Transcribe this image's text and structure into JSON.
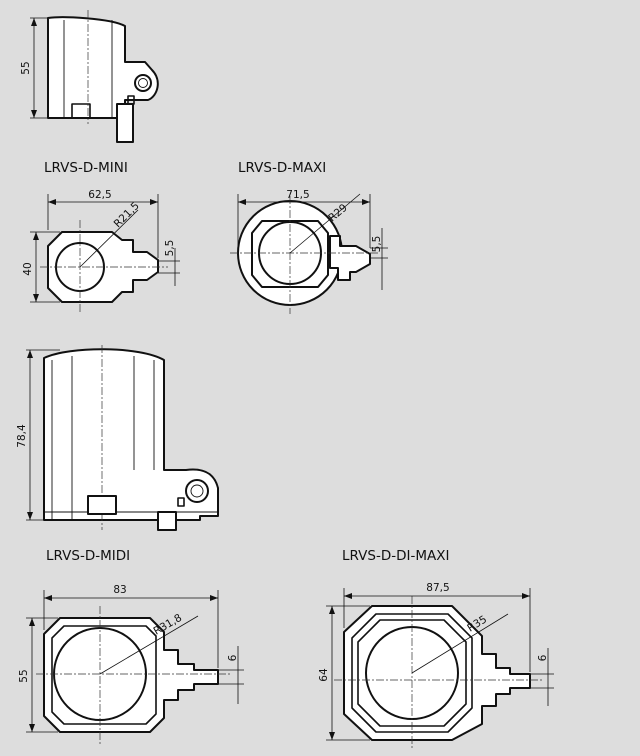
{
  "labels": {
    "mini": "LRVS-D-MINI",
    "maxi": "LRVS-D-MAXI",
    "midi": "LRVS-D-MIDI",
    "di_maxi": "LRVS-D-DI-MAXI"
  },
  "dimensions": {
    "side_small_height": "55",
    "mini_width": "62,5",
    "mini_radius": "R21,5",
    "mini_tab": "5,5",
    "mini_height": "40",
    "maxi_width": "71,5",
    "maxi_radius": "R29",
    "maxi_tab": "5,5",
    "side_large_height": "78,4",
    "midi_width": "83",
    "midi_radius": "R31,8",
    "midi_tab": "6",
    "midi_height": "55",
    "dimaxi_width": "87,5",
    "dimaxi_radius": "R35",
    "dimaxi_tab": "6",
    "dimaxi_height": "64"
  },
  "colors": {
    "background": "#dddddd",
    "line": "#111111"
  }
}
